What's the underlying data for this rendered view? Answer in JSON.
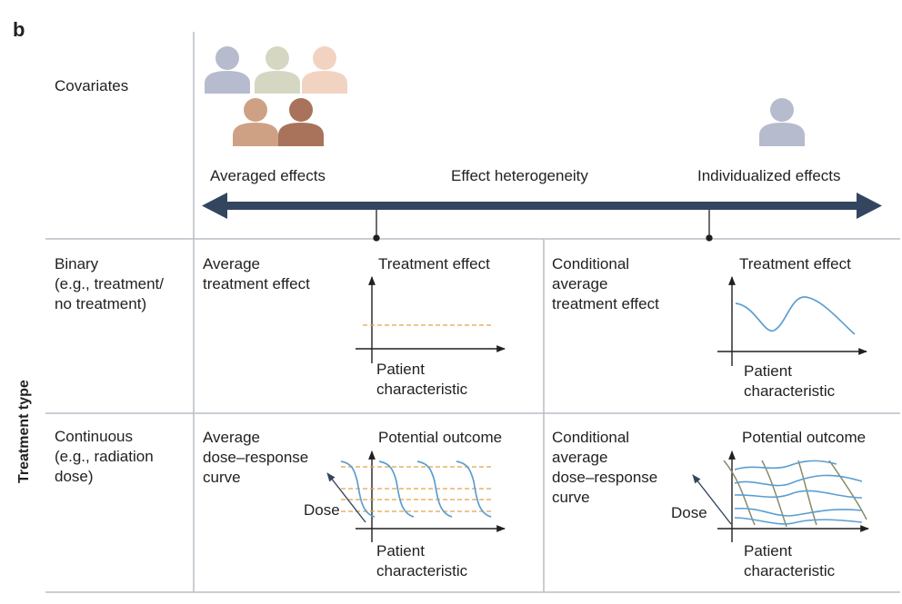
{
  "panel_letter": "b",
  "side_title": "Treatment type",
  "colors": {
    "axis_arrow": "#34465f",
    "grid_line": "#b9bec6",
    "curve": "#5b9ed1",
    "dashed": "#e0a54a",
    "axes": "#231f20",
    "curve_olive": "#8a8a6a",
    "person_colors": [
      "#b6bccd",
      "#d6d7c2",
      "#f2d3c2",
      "#cfa184",
      "#a8735a",
      "#b6bccd"
    ]
  },
  "rows": {
    "covariates": "Covariates",
    "binary": "Binary\n(e.g., treatment/\nno treatment)",
    "continuous": "Continuous\n(e.g., radiation\ndose)"
  },
  "spectrum": {
    "left": "Averaged effects",
    "center": "Effect heterogeneity",
    "right": "Individualized effects"
  },
  "cells": {
    "ate": {
      "title": "Average\ntreatment effect",
      "y_label": "Treatment effect",
      "x_label": "Patient\ncharacteristic"
    },
    "cate": {
      "title": "Conditional\naverage\ntreatment effect",
      "y_label": "Treatment effect",
      "x_label": "Patient\ncharacteristic"
    },
    "adrc": {
      "title": "Average\ndose–response\ncurve",
      "y_label": "Potential outcome",
      "x_label": "Patient\ncharacteristic",
      "dose_label": "Dose"
    },
    "cadrc": {
      "title": "Conditional\naverage\ndose–response\ncurve",
      "y_label": "Potential outcome",
      "x_label": "Patient\ncharacteristic",
      "dose_label": "Dose"
    }
  }
}
